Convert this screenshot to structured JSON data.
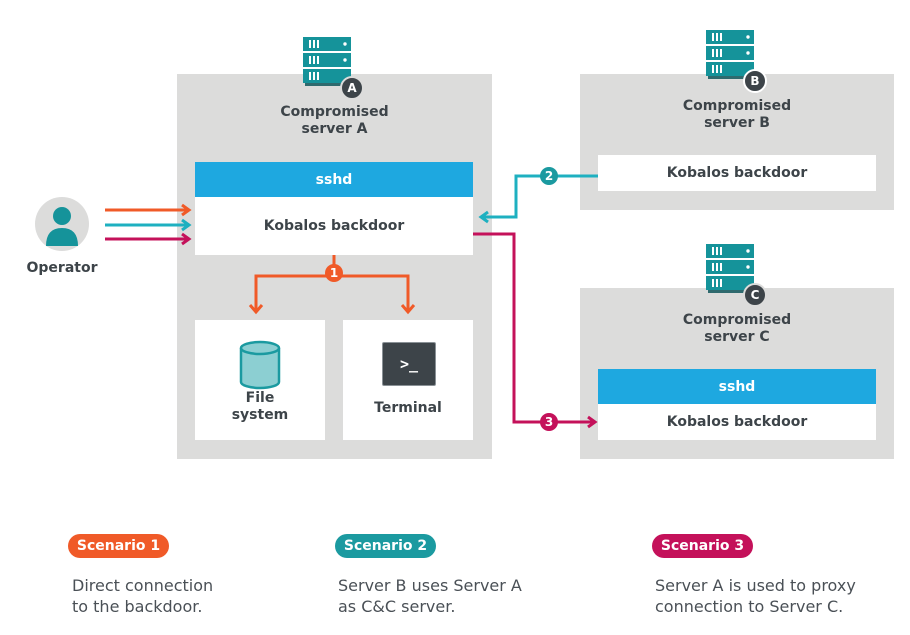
{
  "operator": {
    "label": "Operator",
    "icon": "user-icon"
  },
  "servers": {
    "a": {
      "badge": "A",
      "title_line1": "Compromised",
      "title_line2": "server A",
      "sshd": "sshd",
      "backdoor": "Kobalos backdoor"
    },
    "b": {
      "badge": "B",
      "title_line1": "Compromised",
      "title_line2": "server B",
      "backdoor": "Kobalos backdoor"
    },
    "c": {
      "badge": "C",
      "title_line1": "Compromised",
      "title_line2": "server C",
      "sshd": "sshd",
      "backdoor": "Kobalos backdoor"
    }
  },
  "resources": {
    "filesystem": {
      "line1": "File",
      "line2": "system",
      "icon": "database-icon"
    },
    "terminal": {
      "label": "Terminal",
      "icon": "terminal-icon",
      "prompt": ">_"
    }
  },
  "markers": {
    "one": "1",
    "two": "2",
    "three": "3"
  },
  "scenarios": [
    {
      "label": "Scenario 1",
      "line1": "Direct connection",
      "line2": "to the backdoor.",
      "color": "#f05a28"
    },
    {
      "label": "Scenario 2",
      "line1": "Server B uses Server A",
      "line2": "as C&C server.",
      "color": "#1b9aa0"
    },
    {
      "label": "Scenario 3",
      "line1": "Server A is used to proxy",
      "line2": "connection to Server C.",
      "color": "#c4115a"
    }
  ],
  "colors": {
    "orange": "#f05a28",
    "teal": "#1eb0c0",
    "teal_dark": "#1b9aa0",
    "magenta": "#c4115a",
    "sshd_blue": "#1ea8e0",
    "server_teal": "#15939a",
    "badge_dark": "#3d4449",
    "box_gray": "#dcdcdb"
  }
}
